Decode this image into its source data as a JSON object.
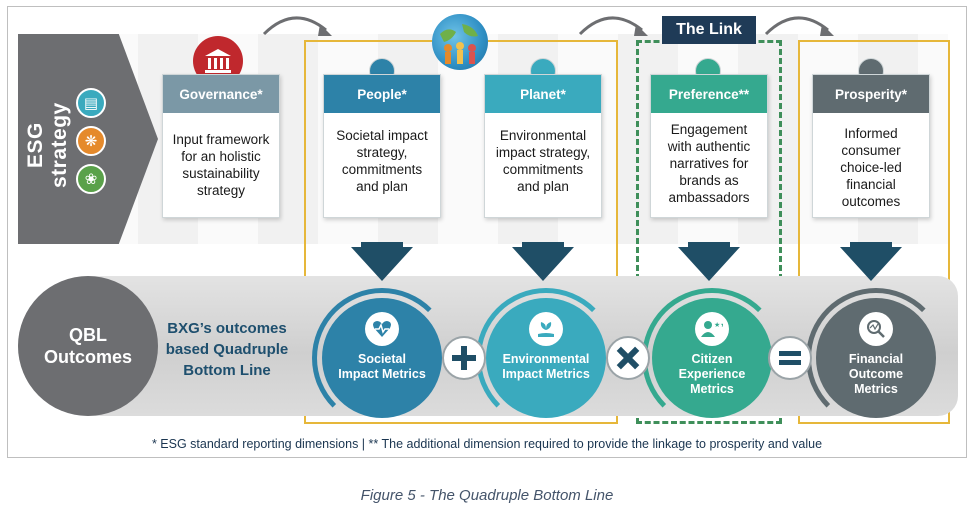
{
  "esg_strategy": {
    "label": "ESG strategy",
    "icons": [
      "document-icon",
      "network-icon",
      "leaf-icon"
    ]
  },
  "link_label": "The Link",
  "cards": [
    {
      "id": "governance",
      "title": "Governance*",
      "body": "Input framework for an holistic sustainability strategy",
      "color": "#7b98a6"
    },
    {
      "id": "people",
      "title": "People*",
      "body": "Societal impact strategy, commitments and plan",
      "color": "#2d82a8"
    },
    {
      "id": "planet",
      "title": "Planet*",
      "body": "Environmental impact strategy, commitments and plan",
      "color": "#3aaabe"
    },
    {
      "id": "preference",
      "title": "Preference**",
      "body": "Engagement with authentic narratives for brands as ambassadors",
      "color": "#35a98f"
    },
    {
      "id": "prosperity",
      "title": "Prosperity*",
      "body": "Informed consumer choice-led financial outcomes",
      "color": "#5f6b70"
    }
  ],
  "qbl": {
    "circle_label": "QBL Outcomes",
    "description": "BXG’s outcomes based Quadruple Bottom Line"
  },
  "metrics": [
    {
      "id": "societal",
      "label": "Societal Impact Metrics",
      "icon": "heart-pulse-icon",
      "color": "#2d82a8"
    },
    {
      "id": "environmental",
      "label": "Environmental Impact Metrics",
      "icon": "plant-hand-icon",
      "color": "#3aaabe"
    },
    {
      "id": "citizen",
      "label": "Citizen Experience Metrics",
      "icon": "user-rating-icon",
      "color": "#35a98f"
    },
    {
      "id": "financial",
      "label": "Financial Outcome Metrics",
      "icon": "magnifier-chart-icon",
      "color": "#5f6b70"
    }
  ],
  "operators": [
    "+",
    "×",
    "="
  ],
  "footnote": "* ESG standard reporting dimensions | ** The additional dimension required to provide the linkage to prosperity and value",
  "caption": "Figure 5 - The Quadruple Bottom Line",
  "colors": {
    "dark_grey": "#6d6e71",
    "navy": "#1f3b57",
    "gold_outline": "#e6b73a",
    "green_dash": "#3f8f5a",
    "arrow_dark": "#1f4e66",
    "governance_red": "#c0282d"
  }
}
